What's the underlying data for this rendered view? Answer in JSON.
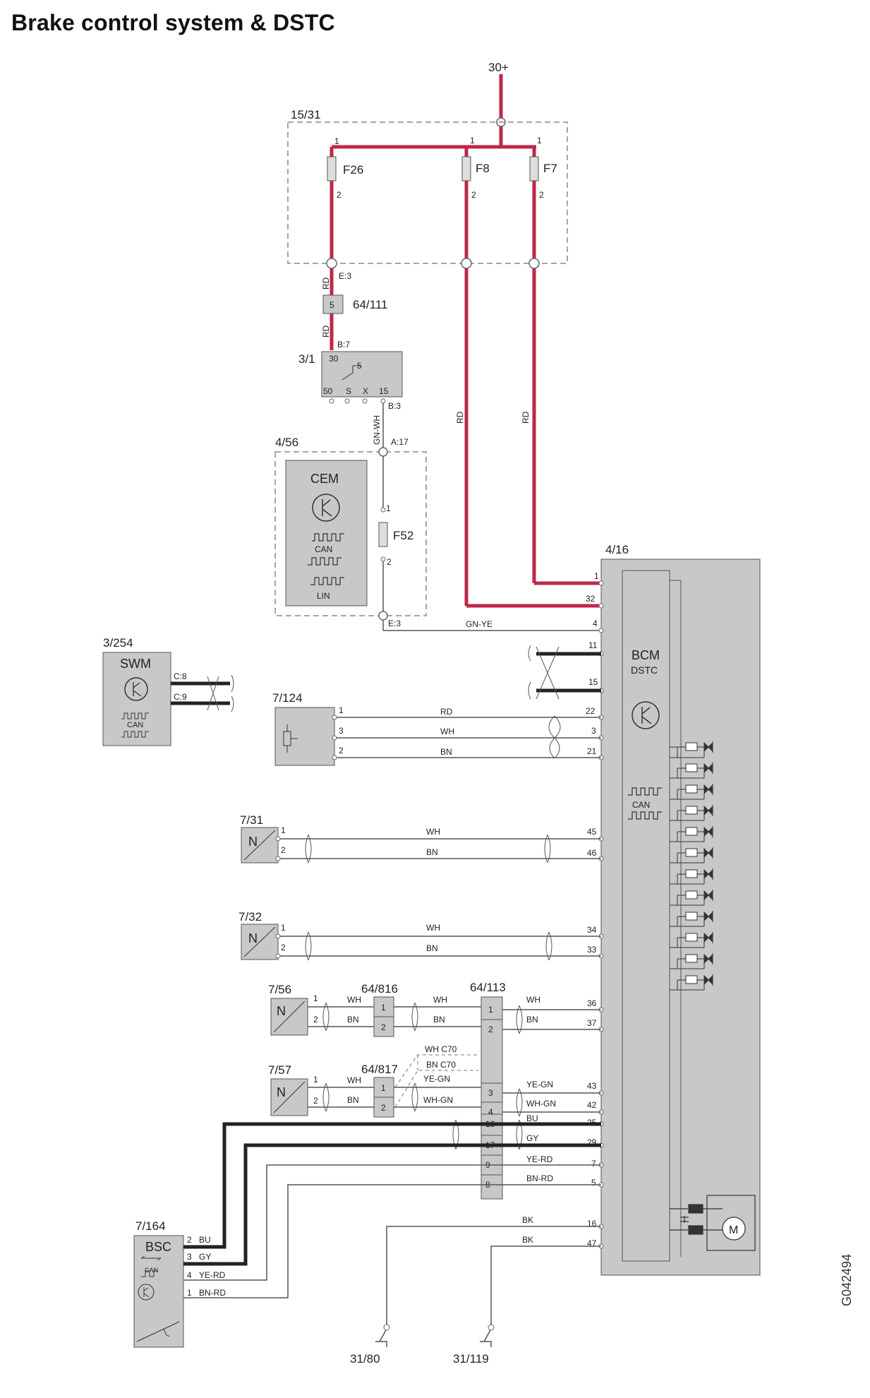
{
  "title": "Brake control system & DSTC",
  "document_code": "G042494",
  "colors": {
    "power": "#c0274a",
    "signal": "#555555",
    "box_fill": "#c8c8c8",
    "bus": "#222222"
  },
  "supply": {
    "terminal": "30+"
  },
  "fuse_box": {
    "ref": "15/31",
    "fuses": [
      {
        "name": "F26",
        "pin_in": "1",
        "pin_out": "2"
      },
      {
        "name": "F8",
        "pin_in": "1",
        "pin_out": "2"
      },
      {
        "name": "F7",
        "pin_in": "1",
        "pin_out": "2"
      }
    ],
    "out_pin": "E:3"
  },
  "connector_64_111": {
    "ref": "64/111",
    "pin": "5"
  },
  "wire_colors_top": {
    "f26_a": "RD",
    "f26_b": "RD",
    "f8": "RD",
    "f7": "RD",
    "ign": "GN-WH",
    "cem_out": "GN-YE"
  },
  "ignition": {
    "ref": "3/1",
    "pin_in": "B:7",
    "pin_out": "B:3",
    "t30": "30",
    "t5": "5",
    "t50": "50",
    "ts": "S",
    "tx": "X",
    "t15": "15"
  },
  "cem": {
    "ref": "4/56",
    "name": "CEM",
    "can": "CAN",
    "lin": "LIN",
    "fuse": "F52",
    "pin_a": "A:17",
    "pin_e": "E:3",
    "fuse_pin1": "1",
    "fuse_pin2": "2"
  },
  "swm": {
    "ref": "3/254",
    "name": "SWM",
    "can": "CAN",
    "pin_c8": "C:8",
    "pin_c9": "C:9"
  },
  "bcm": {
    "ref": "4/16",
    "name": "BCM",
    "sub": "DSTC",
    "can": "CAN",
    "pins": {
      "p1": "1",
      "p32": "32",
      "p4": "4",
      "p11": "11",
      "p15": "15",
      "p22": "22",
      "p3": "3",
      "p21": "21",
      "p45": "45",
      "p46": "46",
      "p34": "34",
      "p33": "33",
      "p36": "36",
      "p37": "37",
      "p43": "43",
      "p42": "42",
      "p25": "25",
      "p29": "29",
      "p7": "7",
      "p5": "5",
      "p16": "16",
      "p47": "47"
    }
  },
  "sensor_7_124": {
    "ref": "7/124",
    "pins": [
      "1",
      "3",
      "2"
    ],
    "wires": [
      "RD",
      "WH",
      "BN"
    ]
  },
  "sensor_7_31": {
    "ref": "7/31",
    "label": "N",
    "pins": [
      "1",
      "2"
    ],
    "wires": [
      "WH",
      "BN"
    ]
  },
  "sensor_7_32": {
    "ref": "7/32",
    "label": "N",
    "pins": [
      "1",
      "2"
    ],
    "wires": [
      "WH",
      "BN"
    ]
  },
  "sensor_7_56": {
    "ref": "7/56",
    "label": "N",
    "pins": [
      "1",
      "2"
    ]
  },
  "sensor_7_57": {
    "ref": "7/57",
    "label": "N",
    "pins": [
      "1",
      "2"
    ]
  },
  "connector_64_816": {
    "ref": "64/816",
    "pins": [
      "1",
      "2"
    ],
    "wires_in": [
      "WH",
      "BN"
    ],
    "wires_out": [
      "WH",
      "BN"
    ]
  },
  "connector_64_817": {
    "ref": "64/817",
    "pins": [
      "1",
      "2"
    ],
    "wires_in": [
      "WH",
      "BN"
    ],
    "wires_out": [
      "YE-GN",
      "WH-GN"
    ],
    "alt1": "WH C70",
    "alt2": "BN C70"
  },
  "connector_64_113": {
    "ref": "64/113",
    "pins": [
      "1",
      "2",
      "3",
      "4",
      "18",
      "17",
      "9",
      "8"
    ],
    "wires": [
      "WH",
      "BN",
      "YE-GN",
      "WH-GN",
      "BU",
      "GY",
      "YE-RD",
      "BN-RD"
    ]
  },
  "bsc": {
    "ref": "7/164",
    "name": "BSC",
    "can": "CAN",
    "pins": [
      "2",
      "3",
      "4",
      "1"
    ],
    "wires": [
      "BU",
      "GY",
      "YE-RD",
      "BN-RD"
    ]
  },
  "grounds": [
    {
      "ref": "31/80",
      "wire": "BK"
    },
    {
      "ref": "31/119",
      "wire": "BK"
    }
  ]
}
